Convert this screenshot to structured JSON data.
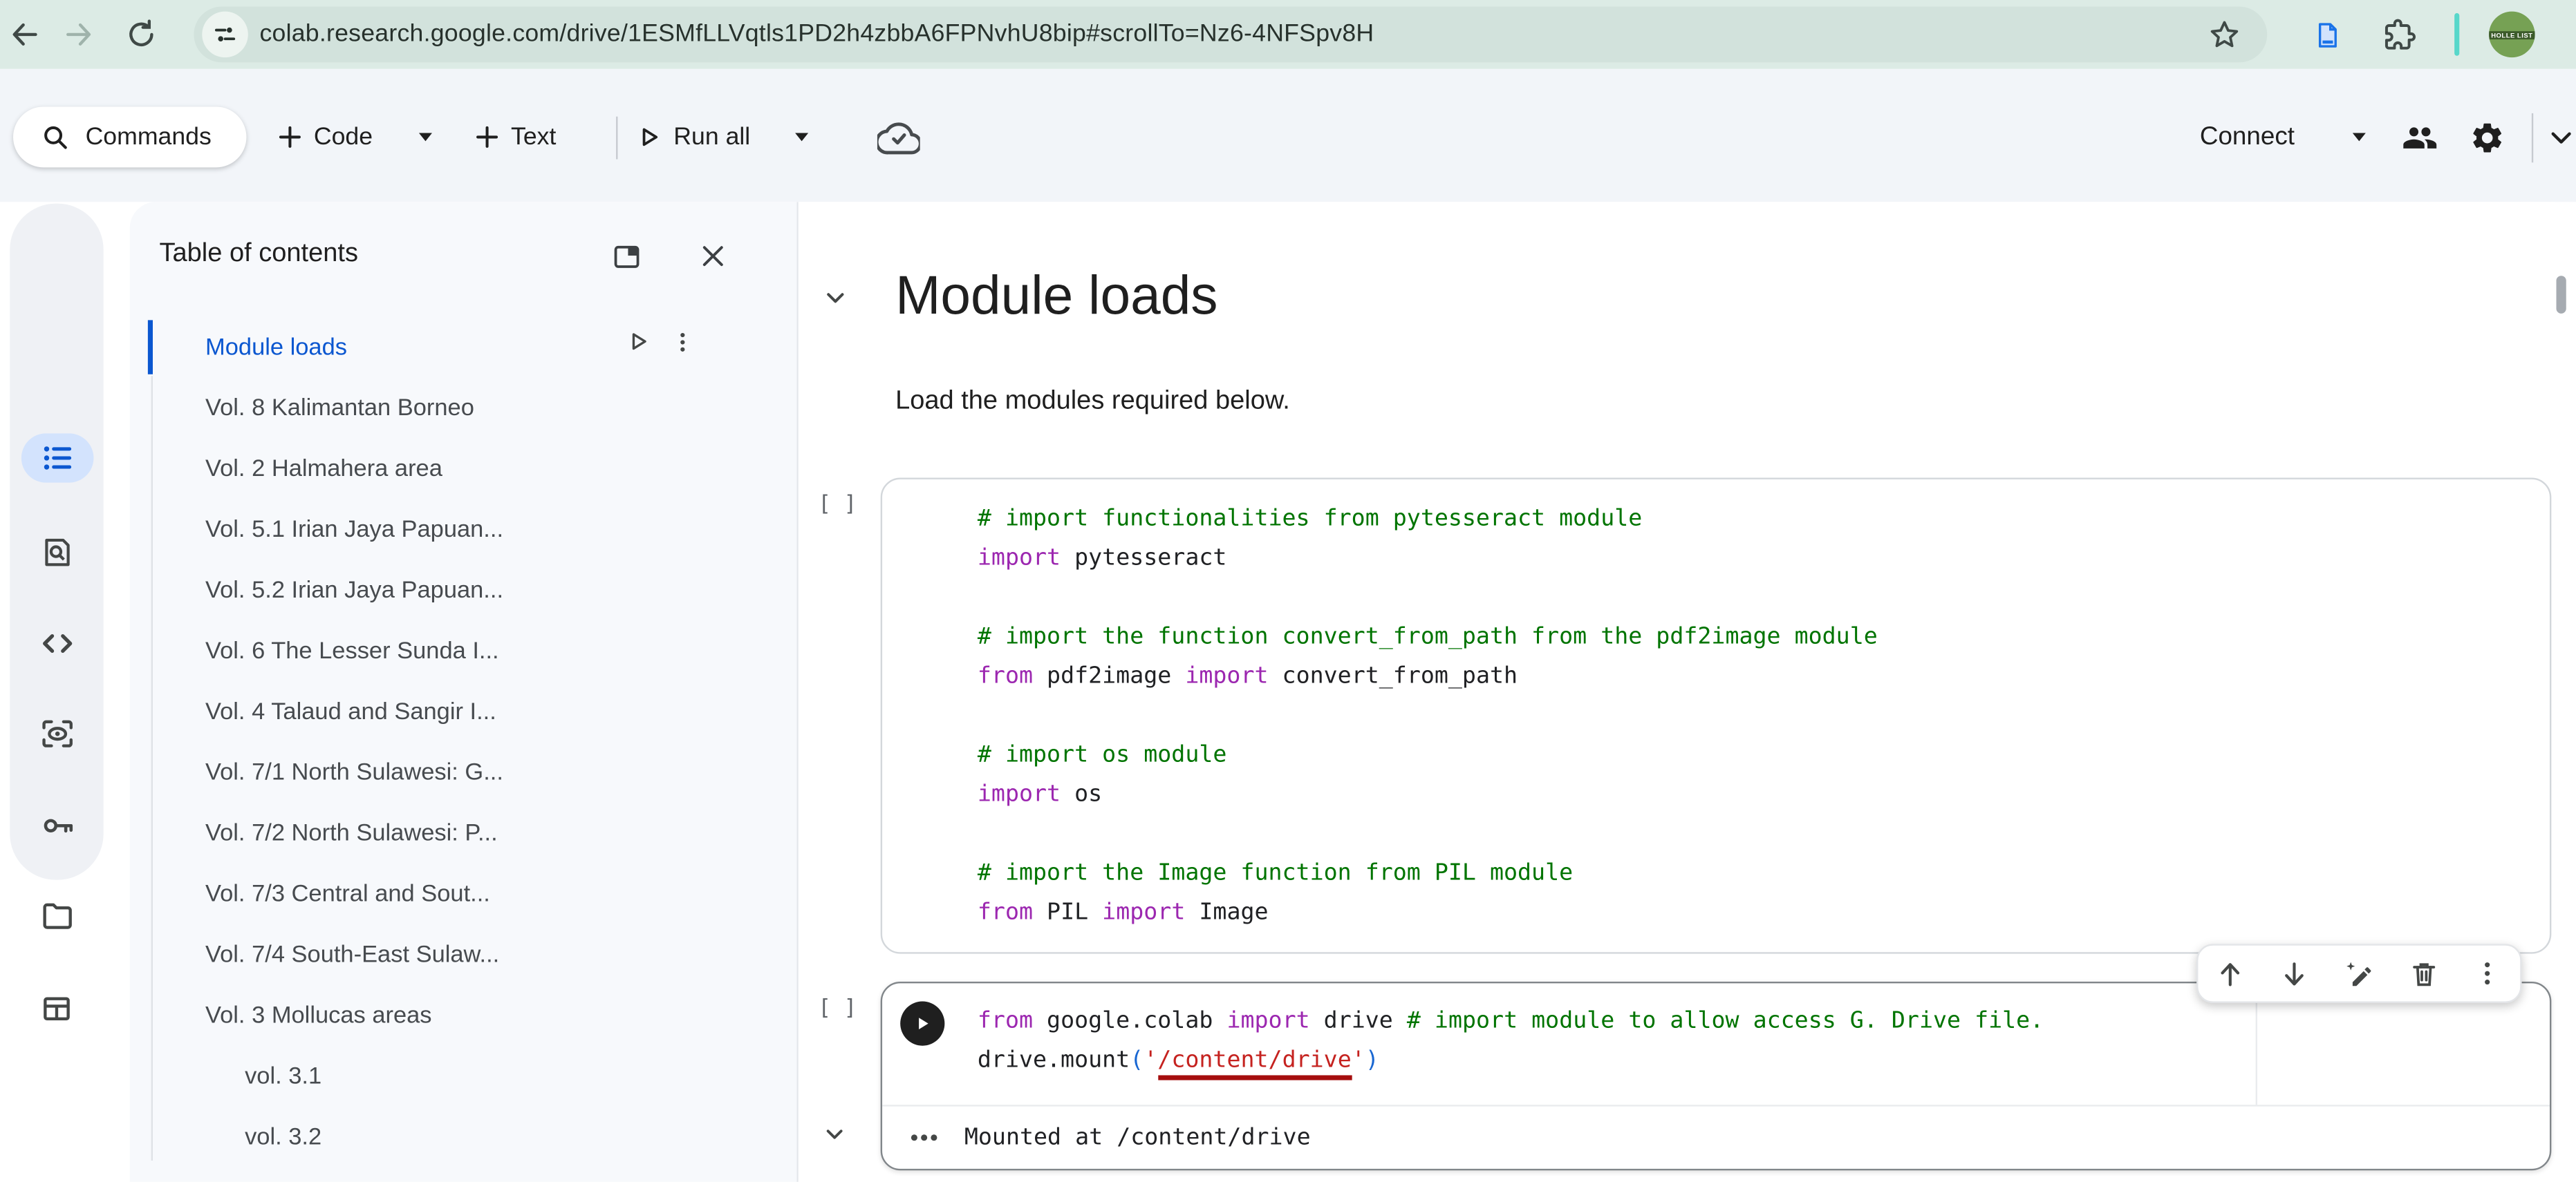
{
  "browser": {
    "url": "colab.research.google.com/drive/1ESMfLLVqtls1PD2h4zbbA6FPNvhU8bip#scrollTo=Nz6-4NFSpv8H",
    "avatar_text": "HOLLE LIST",
    "icons": [
      "back-arrow",
      "forward-arrow",
      "reload",
      "tune",
      "bookmark-star",
      "doc-tab",
      "extensions-puzzle",
      "profile-avatar"
    ],
    "colors": {
      "chrome_bg": "#dcebe5",
      "omnibox_bg": "#d2e2dc",
      "teal_divider": "#57d7ca",
      "avatar_green": "#76a154"
    }
  },
  "toolbar": {
    "commands": "Commands",
    "add_code": "Code",
    "add_text": "Text",
    "run_all": "Run all",
    "connect": "Connect",
    "icons": [
      "search",
      "plus",
      "dropdown-caret",
      "play-outline",
      "cloud-check",
      "share-people",
      "settings-gear",
      "collapse-chevron"
    ],
    "bg": "#f2f5f9"
  },
  "sidebar_rail": {
    "items": [
      "table-of-contents",
      "find-in-notebook",
      "code-snippets",
      "variable-inspector",
      "secrets-key",
      "files-folder",
      "data-table"
    ],
    "active": "table-of-contents",
    "active_color": "#0b57d0"
  },
  "toc": {
    "title": "Table of contents",
    "items": [
      {
        "label": "Module loads",
        "active": true
      },
      {
        "label": "Vol. 8 Kalimantan Borneo"
      },
      {
        "label": "Vol. 2 Halmahera area"
      },
      {
        "label": "Vol. 5.1 Irian Jaya Papuan..."
      },
      {
        "label": "Vol. 5.2 Irian Jaya Papuan..."
      },
      {
        "label": "Vol. 6 The Lesser Sunda I..."
      },
      {
        "label": "Vol. 4 Talaud and Sangir I..."
      },
      {
        "label": "Vol. 7/1 North Sulawesi: G..."
      },
      {
        "label": "Vol. 7/2 North Sulawesi: P..."
      },
      {
        "label": "Vol. 7/3 Central and Sout..."
      },
      {
        "label": "Vol. 7/4 South-East Sulaw..."
      },
      {
        "label": "Vol. 3 Mollucas areas"
      },
      {
        "label": "vol. 3.1",
        "indent": true
      },
      {
        "label": "vol. 3.2",
        "indent": true
      }
    ]
  },
  "notebook": {
    "heading": "Module loads",
    "description": "Load the modules required below.",
    "code_colors": {
      "comment": "#007400",
      "keyword": "#9C27B0",
      "string": "#C5221F",
      "bracket": "#1967D2",
      "plain": "#202124"
    },
    "cells": [
      {
        "exec_label": "[ ]",
        "lines": [
          [
            [
              "c",
              "# import functionalities from pytesseract module"
            ]
          ],
          [
            [
              "k",
              "import"
            ],
            [
              "p",
              " pytesseract"
            ]
          ],
          [],
          [
            [
              "c",
              "# import the function convert_from_path from the pdf2image module"
            ]
          ],
          [
            [
              "k",
              "from"
            ],
            [
              "p",
              " pdf2image "
            ],
            [
              "k",
              "import"
            ],
            [
              "p",
              " convert_from_path"
            ]
          ],
          [],
          [
            [
              "c",
              "# import os module"
            ]
          ],
          [
            [
              "k",
              "import"
            ],
            [
              "p",
              " os"
            ]
          ],
          [],
          [
            [
              "c",
              "# import the Image function from PIL module"
            ]
          ],
          [
            [
              "k",
              "from"
            ],
            [
              "p",
              " PIL "
            ],
            [
              "k",
              "import"
            ],
            [
              "p",
              " Image"
            ]
          ]
        ]
      },
      {
        "exec_label": "[ ]",
        "lines": [
          [
            [
              "k",
              "from"
            ],
            [
              "p",
              " google.colab "
            ],
            [
              "k",
              "import"
            ],
            [
              "p",
              " drive "
            ],
            [
              "c",
              "# import module to allow access G. Drive file."
            ]
          ],
          [
            [
              "p",
              "drive.mount"
            ],
            [
              "b",
              "("
            ],
            [
              "s",
              "'"
            ],
            [
              "su",
              "/content/drive"
            ],
            [
              "s",
              "'"
            ],
            [
              "b",
              ")"
            ]
          ]
        ],
        "output": "Mounted at /content/drive"
      }
    ]
  }
}
